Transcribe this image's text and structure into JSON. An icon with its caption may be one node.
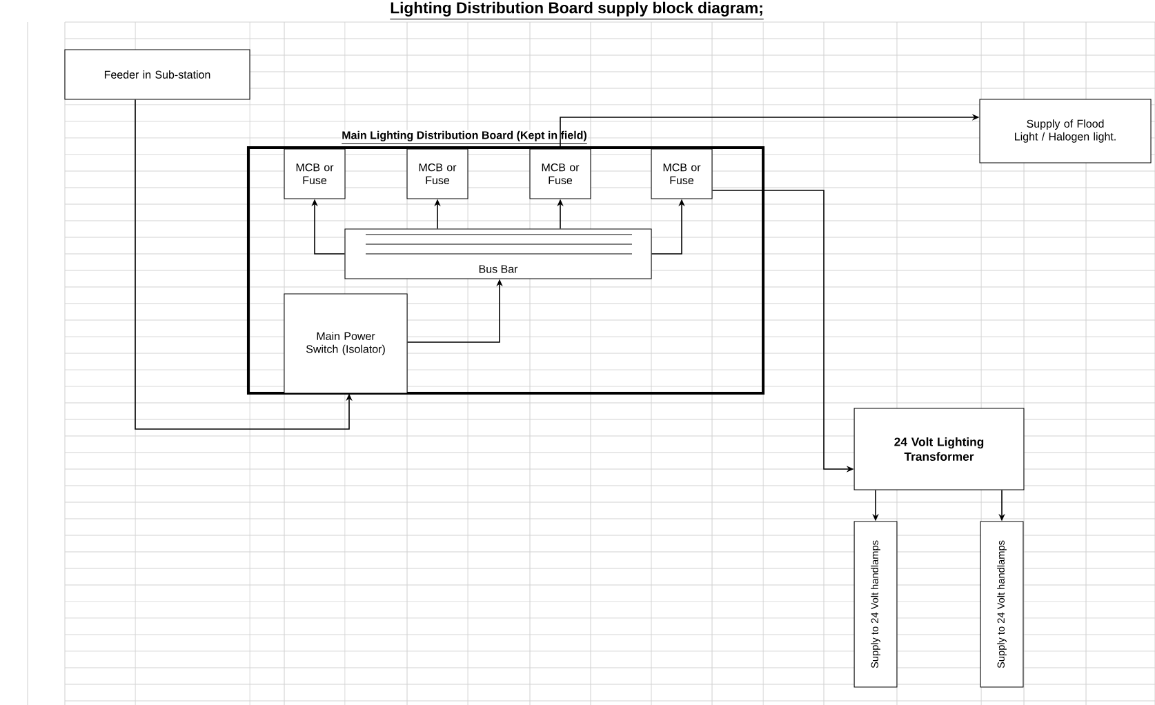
{
  "diagram": {
    "title": "Lighting Distribution Board supply block diagram;",
    "nodes": [
      {
        "text": [
          "Feeder in Sub-station"
        ]
      },
      {
        "text": [
          "Main Lighting Distribution Board (Kept in field)"
        ]
      },
      {
        "text": [
          "MCB or Fuse"
        ],
        "in": 1
      },
      {
        "text": [
          "MCB or Fuse"
        ],
        "in": 1
      },
      {
        "text": [
          "MCB or Fuse"
        ],
        "in": 1
      },
      {
        "text": [
          "MCB or Fuse"
        ],
        "in": 1
      },
      {
        "text": [
          "Bus Bar"
        ],
        "in": 1
      },
      {
        "text": [
          "Main Power Switch (Isolator)"
        ],
        "in": 1
      },
      {
        "text": [
          "Supply of Flood Light / Halogen light."
        ]
      },
      {
        "text": [
          "24 Volt Lighting Transformer"
        ]
      },
      {
        "text": [
          "Supply to 24 Volt handlamps"
        ]
      },
      {
        "text": [
          "Supply to 24 Volt handlamps"
        ]
      }
    ],
    "edges": [
      {
        "from": 0,
        "to": 7,
        "arrow": "to"
      },
      {
        "from": 6,
        "to": 2,
        "arrow": "to"
      },
      {
        "from": 6,
        "to": 3,
        "arrow": "to"
      },
      {
        "from": 6,
        "to": 4,
        "arrow": "to"
      },
      {
        "from": 6,
        "to": 5,
        "arrow": "to"
      },
      {
        "from": 7,
        "to": 6,
        "arrow": "to"
      },
      {
        "from": 4,
        "to": 8,
        "arrow": "to"
      },
      {
        "from": 5,
        "to": 9,
        "arrow": "to"
      },
      {
        "from": 9,
        "to": 10,
        "arrow": "to"
      },
      {
        "from": 9,
        "to": 11,
        "arrow": "to"
      }
    ]
  }
}
